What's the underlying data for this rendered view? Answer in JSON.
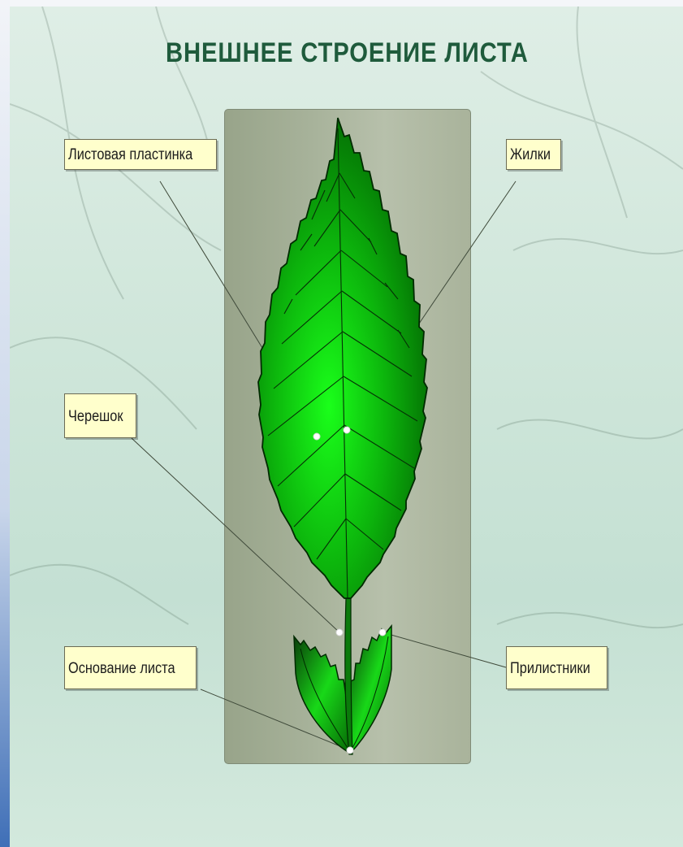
{
  "title": "ВНЕШНЕЕ СТРОЕНИЕ ЛИСТА",
  "labels": {
    "blade": "Листовая пластинка",
    "veins": "Жилки",
    "petiole": "Черешок",
    "base": "Основание листа",
    "stipules": "Прилистники"
  },
  "colors": {
    "title": "#1f5b3c",
    "label_bg": "#ffffcc",
    "leaf_light": "#1aff1a",
    "leaf_dark": "#004d00",
    "panel": "#a7b29a"
  }
}
